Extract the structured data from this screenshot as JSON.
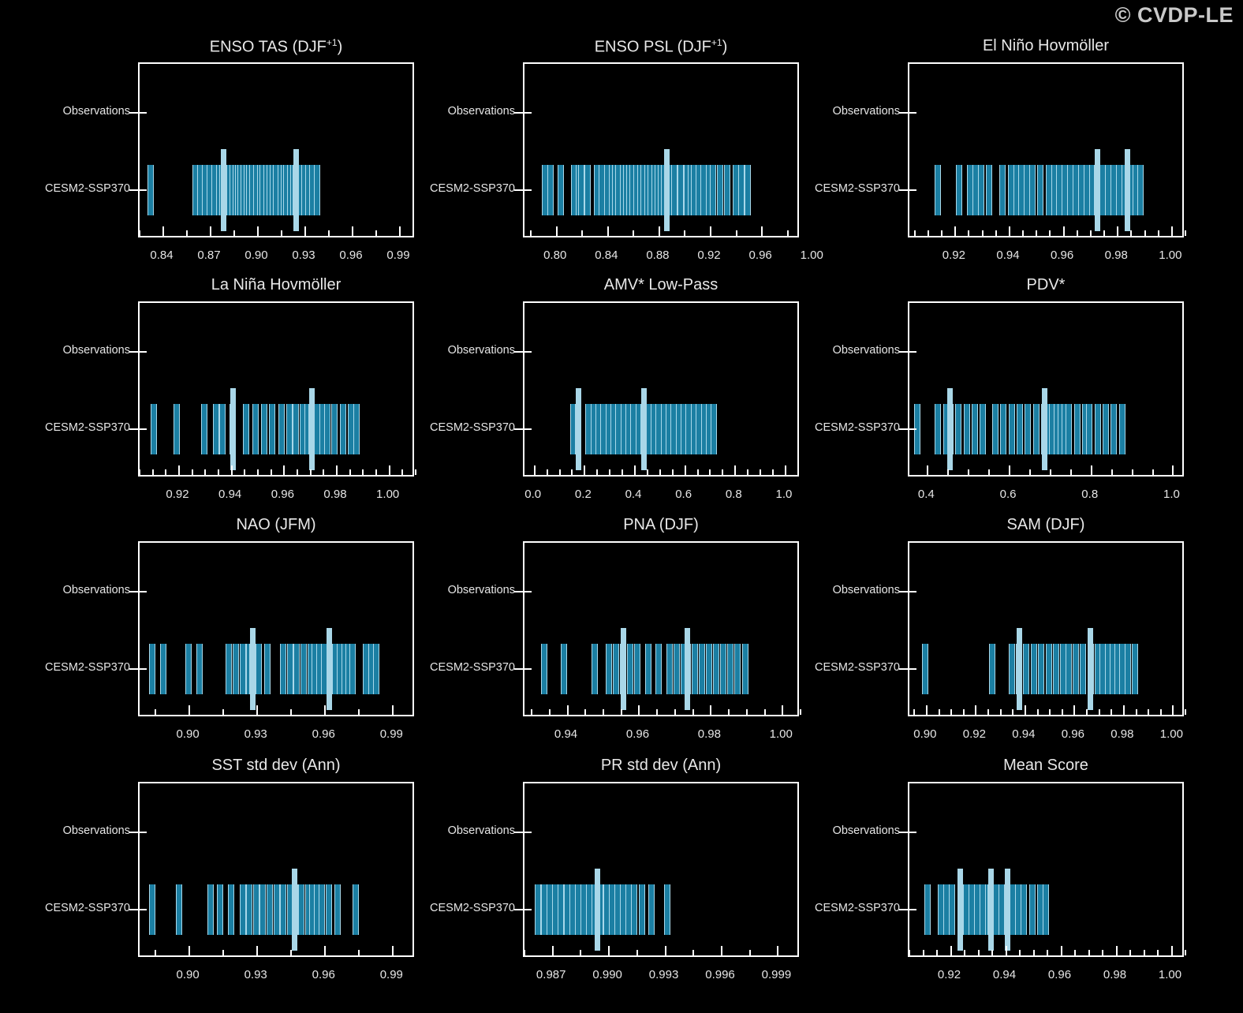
{
  "watermark": "© CVDP-LE",
  "axis_labels": {
    "observations": "Observations",
    "model": "CESM2-SSP370"
  },
  "colors": {
    "background": "#000000",
    "frame": "#ffffff",
    "text": "#e8e8e8",
    "member_bar": "#1b7fa3",
    "member_edge": "#a8d8ea",
    "mean_bar": "#a9d7e8",
    "watermark": "#c9c9c9"
  },
  "chart_data": {
    "type": "scatter",
    "title": "CVDP-LE metrics summary — pattern correlation scores",
    "ylabel": "",
    "xlabel": "",
    "grid": false,
    "legend": "none",
    "categories": [
      "Observations",
      "CESM2-SSP370"
    ],
    "panels": [
      {
        "title": "ENSO TAS (DJF<sup>+1</sup>)",
        "title_text": "ENSO TAS (DJF+1)",
        "xlim": [
          0.825,
          1.0
        ],
        "xticks": [
          0.84,
          0.87,
          0.9,
          0.93,
          0.96,
          0.99
        ],
        "xticklabels": [
          "0.84",
          "0.87",
          "0.90",
          "0.93",
          "0.96",
          "0.99"
        ],
        "minor_per_major": 2,
        "observations": [],
        "mean_values": [
          0.878,
          0.924
        ],
        "values": [
          0.832,
          0.8605,
          0.8635,
          0.8665,
          0.8695,
          0.8725,
          0.8755,
          0.8775,
          0.879,
          0.8805,
          0.882,
          0.884,
          0.886,
          0.8875,
          0.889,
          0.891,
          0.893,
          0.8945,
          0.8965,
          0.899,
          0.9015,
          0.903,
          0.9055,
          0.9075,
          0.9095,
          0.9115,
          0.9145,
          0.9165,
          0.918,
          0.9205,
          0.9225,
          0.924,
          0.927,
          0.9295,
          0.932,
          0.9345,
          0.9375
        ]
      },
      {
        "title": "ENSO PSL (DJF<sup>+1</sup>)",
        "title_text": "ENSO PSL (DJF+1)",
        "xlim": [
          0.775,
          0.99
        ],
        "xticks": [
          0.8,
          0.84,
          0.88,
          0.92,
          0.96,
          1.0
        ],
        "xticklabels": [
          "0.80",
          "0.84",
          "0.88",
          "0.92",
          "0.96",
          "1.00"
        ],
        "minor_per_major": 2,
        "observations": [],
        "mean_values": [
          0.886
        ],
        "values": [
          0.791,
          0.7955,
          0.803,
          0.8135,
          0.8175,
          0.8195,
          0.824,
          0.8315,
          0.8355,
          0.8395,
          0.843,
          0.8455,
          0.848,
          0.8515,
          0.854,
          0.8565,
          0.859,
          0.8625,
          0.8655,
          0.868,
          0.871,
          0.8735,
          0.8765,
          0.879,
          0.8815,
          0.884,
          0.886,
          0.8885,
          0.892,
          0.8965,
          0.9015,
          0.9045,
          0.907,
          0.9105,
          0.9145,
          0.9185,
          0.922,
          0.9275,
          0.933,
          0.9395,
          0.944,
          0.949
        ]
      },
      {
        "title": "El Niño Hovmöller",
        "title_text": "El Nino Hovmoller",
        "xlim": [
          0.903,
          1.005
        ],
        "xticks": [
          0.92,
          0.94,
          0.96,
          0.98,
          1.0
        ],
        "xticklabels": [
          "0.92",
          "0.94",
          "0.96",
          "0.98",
          "1.00"
        ],
        "minor_per_major": 4,
        "observations": [],
        "mean_values": [
          0.9725,
          0.9835
        ],
        "values": [
          0.9135,
          0.9215,
          0.9255,
          0.9275,
          0.9295,
          0.9325,
          0.9375,
          0.9405,
          0.9425,
          0.9445,
          0.9465,
          0.9485,
          0.9515,
          0.9545,
          0.9565,
          0.9585,
          0.9605,
          0.9625,
          0.9645,
          0.9665,
          0.9685,
          0.9705,
          0.9725,
          0.9745,
          0.9765,
          0.9785,
          0.9805,
          0.9825,
          0.9845,
          0.9865,
          0.9885
        ]
      },
      {
        "title": "La Niña Hovmöller",
        "title_text": "La Nina Hovmoller",
        "xlim": [
          0.905,
          1.01
        ],
        "xticks": [
          0.92,
          0.94,
          0.96,
          0.98,
          1.0
        ],
        "xticklabels": [
          "0.92",
          "0.94",
          "0.96",
          "0.98",
          "1.00"
        ],
        "minor_per_major": 4,
        "observations": [],
        "mean_values": [
          0.9405,
          0.9705
        ],
        "values": [
          0.9105,
          0.919,
          0.9295,
          0.934,
          0.9365,
          0.9405,
          0.9455,
          0.949,
          0.9525,
          0.9555,
          0.959,
          0.962,
          0.9645,
          0.967,
          0.969,
          0.9705,
          0.9725,
          0.9745,
          0.9765,
          0.979,
          0.9825,
          0.9855,
          0.9875
        ]
      },
      {
        "title": "AMV* Low-Pass",
        "title_text": "AMV* Low-Pass",
        "xlim": [
          -0.04,
          1.06
        ],
        "xticks": [
          0.0,
          0.2,
          0.4,
          0.6,
          0.8,
          1.0
        ],
        "xticklabels": [
          "0.0",
          "0.2",
          "0.4",
          "0.6",
          "0.8",
          "1.0"
        ],
        "minor_per_major": 4,
        "observations": [],
        "mean_values": [
          0.175,
          0.435
        ],
        "values": [
          0.155,
          0.175,
          0.215,
          0.235,
          0.255,
          0.275,
          0.295,
          0.315,
          0.335,
          0.355,
          0.375,
          0.395,
          0.415,
          0.435,
          0.455,
          0.475,
          0.495,
          0.515,
          0.535,
          0.555,
          0.575,
          0.595,
          0.615,
          0.635,
          0.655,
          0.675,
          0.695,
          0.715
        ]
      },
      {
        "title": "PDV*",
        "title_text": "PDV*",
        "xlim": [
          0.355,
          1.03
        ],
        "xticks": [
          0.4,
          0.6,
          0.8,
          1.0
        ],
        "xticklabels": [
          "0.4",
          "0.6",
          "0.8",
          "1.0"
        ],
        "minor_per_major": 4,
        "observations": [],
        "mean_values": [
          0.455,
          0.685
        ],
        "values": [
          0.375,
          0.425,
          0.445,
          0.455,
          0.475,
          0.495,
          0.515,
          0.535,
          0.565,
          0.585,
          0.605,
          0.625,
          0.645,
          0.665,
          0.685,
          0.695,
          0.705,
          0.715,
          0.725,
          0.735,
          0.745,
          0.765,
          0.785,
          0.795,
          0.815,
          0.835,
          0.855,
          0.875
        ]
      },
      {
        "title": "NAO (JFM)",
        "title_text": "NAO (JFM)",
        "xlim": [
          0.878,
          1.0
        ],
        "xticks": [
          0.9,
          0.93,
          0.96,
          0.99
        ],
        "xticklabels": [
          "0.90",
          "0.93",
          "0.96",
          "0.99"
        ],
        "minor_per_major": 2,
        "observations": [],
        "mean_values": [
          0.928,
          0.962
        ],
        "values": [
          0.8835,
          0.8885,
          0.8995,
          0.9045,
          0.9175,
          0.9205,
          0.9235,
          0.9265,
          0.928,
          0.9305,
          0.9345,
          0.9415,
          0.9445,
          0.9475,
          0.9505,
          0.9535,
          0.9555,
          0.9575,
          0.9595,
          0.962,
          0.9645,
          0.9665,
          0.9685,
          0.9705,
          0.972,
          0.978,
          0.9805,
          0.9825
        ]
      },
      {
        "title": "PNA (DJF)",
        "title_text": "PNA (DJF)",
        "xlim": [
          0.928,
          1.005
        ],
        "xticks": [
          0.94,
          0.96,
          0.98,
          1.0
        ],
        "xticklabels": [
          "0.94",
          "0.96",
          "0.98",
          "1.00"
        ],
        "minor_per_major": 4,
        "observations": [],
        "mean_values": [
          0.9555,
          0.9735
        ],
        "values": [
          0.9335,
          0.939,
          0.9475,
          0.9515,
          0.9535,
          0.9555,
          0.9575,
          0.9595,
          0.9625,
          0.9655,
          0.9685,
          0.9705,
          0.9725,
          0.9735,
          0.9755,
          0.9775,
          0.9795,
          0.9815,
          0.9835,
          0.9855,
          0.9875,
          0.9895
        ]
      },
      {
        "title": "SAM (DJF)",
        "title_text": "SAM (DJF)",
        "xlim": [
          0.893,
          1.005
        ],
        "xticks": [
          0.9,
          0.92,
          0.94,
          0.96,
          0.98,
          1.0
        ],
        "xticklabels": [
          "0.90",
          "0.92",
          "0.94",
          "0.96",
          "0.98",
          "1.00"
        ],
        "minor_per_major": 4,
        "observations": [],
        "mean_values": [
          0.9375,
          0.9665
        ],
        "values": [
          0.8995,
          0.9265,
          0.9345,
          0.9375,
          0.9405,
          0.9435,
          0.9465,
          0.9495,
          0.9525,
          0.9555,
          0.9575,
          0.9605,
          0.9635,
          0.9665,
          0.9695,
          0.9715,
          0.9735,
          0.9755,
          0.9775,
          0.9795,
          0.9815,
          0.9845
        ]
      },
      {
        "title": "SST std dev (Ann)",
        "title_text": "SST std dev (Ann)",
        "xlim": [
          0.878,
          1.0
        ],
        "xticks": [
          0.9,
          0.93,
          0.96,
          0.99
        ],
        "xticklabels": [
          "0.90",
          "0.93",
          "0.96",
          "0.99"
        ],
        "minor_per_major": 2,
        "observations": [],
        "mean_values": [
          0.9465
        ],
        "values": [
          0.8835,
          0.8955,
          0.9095,
          0.9135,
          0.9185,
          0.9235,
          0.9265,
          0.9295,
          0.9325,
          0.9355,
          0.9385,
          0.9415,
          0.9445,
          0.9465,
          0.9495,
          0.9525,
          0.9545,
          0.9565,
          0.9585,
          0.9615,
          0.9655,
          0.9735
        ]
      },
      {
        "title": "PR std dev (Ann)",
        "title_text": "PR std dev (Ann)",
        "xlim": [
          0.9855,
          1.0002
        ],
        "xticks": [
          0.987,
          0.99,
          0.993,
          0.996,
          0.999
        ],
        "xticklabels": [
          "0.987",
          "0.990",
          "0.993",
          "0.996",
          "0.999"
        ],
        "minor_per_major": 2,
        "observations": [],
        "mean_values": [
          0.9894
        ],
        "values": [
          0.9862,
          0.98655,
          0.98685,
          0.98715,
          0.98745,
          0.98775,
          0.98805,
          0.98835,
          0.98865,
          0.98895,
          0.98925,
          0.98955,
          0.98985,
          0.99015,
          0.99045,
          0.99075,
          0.99105,
          0.99135,
          0.99175,
          0.99225,
          0.9931
        ]
      },
      {
        "title": "Mean Score",
        "title_text": "Mean Score",
        "xlim": [
          0.905,
          1.005
        ],
        "xticks": [
          0.92,
          0.94,
          0.96,
          0.98,
          1.0
        ],
        "xticklabels": [
          "0.92",
          "0.94",
          "0.96",
          "0.98",
          "1.00"
        ],
        "minor_per_major": 4,
        "observations": [],
        "mean_values": [
          0.9235,
          0.9345,
          0.9405
        ],
        "values": [
          0.9115,
          0.9165,
          0.9185,
          0.9205,
          0.9235,
          0.9255,
          0.9275,
          0.9295,
          0.9315,
          0.9335,
          0.9345,
          0.9365,
          0.9385,
          0.9405,
          0.9425,
          0.9445,
          0.9465,
          0.9495,
          0.9525,
          0.9545
        ]
      }
    ]
  }
}
